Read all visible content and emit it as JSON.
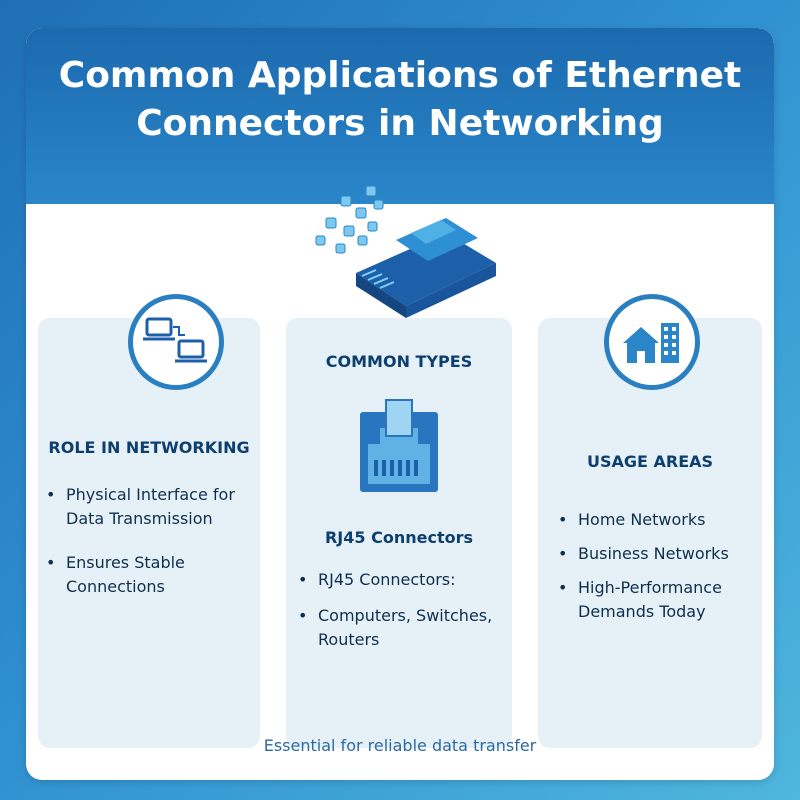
{
  "title": "Common Applications of Ethernet Connectors in Networking",
  "columns": [
    {
      "heading": "ROLE IN NETWORKING",
      "icon": "computer-network-icon",
      "items": [
        "Physical Interface for Data Transmission",
        "Ensures Stable Connections"
      ]
    },
    {
      "heading": "COMMON TYPES",
      "icon": "rj45-port-icon",
      "subheading": "RJ45 Connectors",
      "items": [
        "RJ45 Connectors:",
        "Computers, Switches, Routers"
      ]
    },
    {
      "heading": "USAGE AREAS",
      "icon": "home-building-icon",
      "items": [
        "Home Networks",
        "Business Networks",
        "High-Performance Demands Today"
      ]
    }
  ],
  "footer": "Essential for reliable data transfer",
  "colors": {
    "header": "#1c69ae",
    "accent": "#2a7fc0",
    "panel": "#e6f0f7",
    "heading_text": "#0d3f6e"
  }
}
